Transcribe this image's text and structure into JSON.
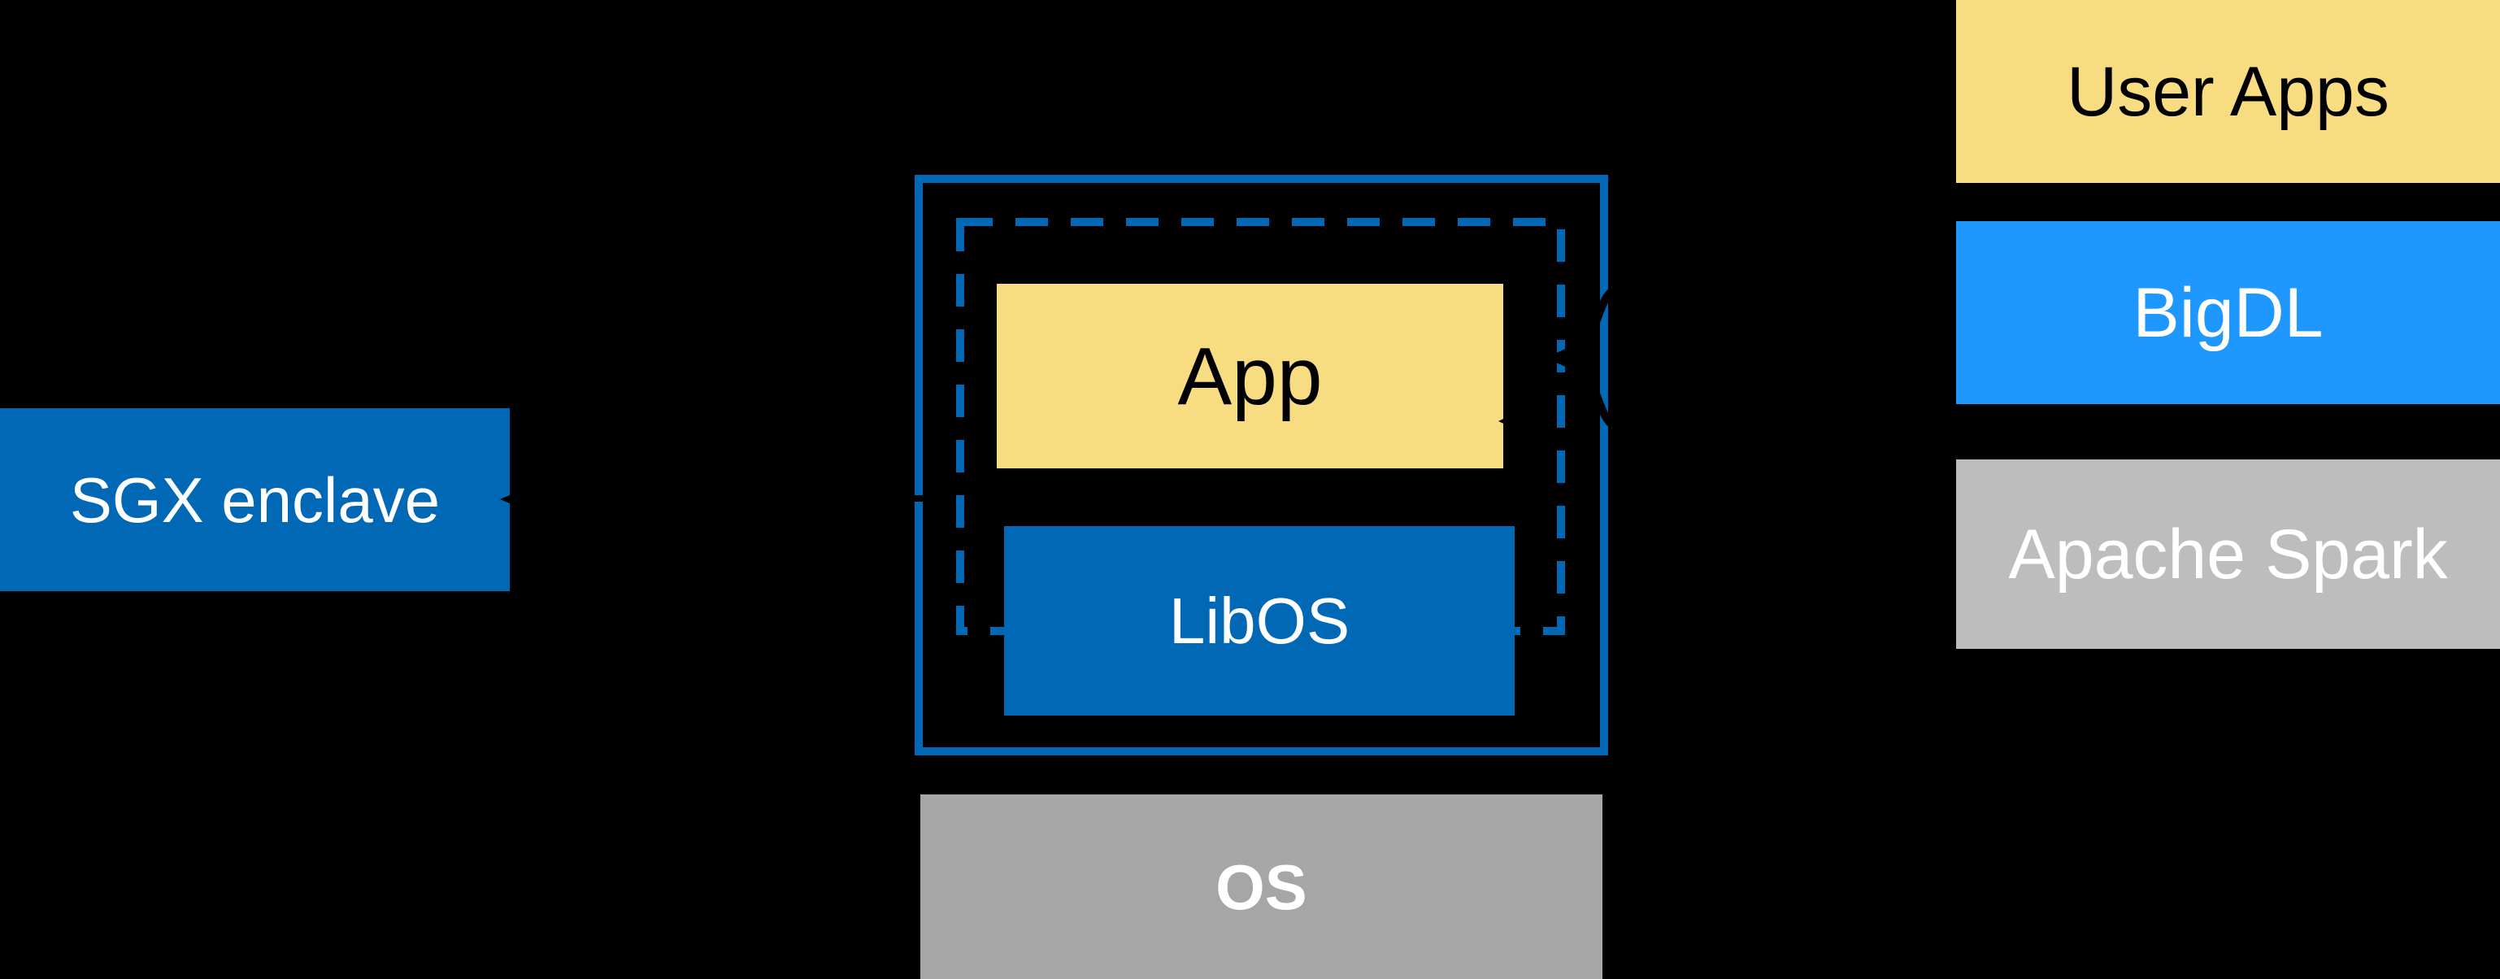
{
  "colors": {
    "background": "#000000",
    "intel_blue": "#0068b5",
    "bigdl_blue": "#1e97ff",
    "app_yellow": "#f8dc82",
    "spark_gray": "#bdbdbd",
    "os_gray": "#a6a6a6",
    "ink_black": "#000000",
    "text_white": "#ffffff",
    "text_black": "#000000"
  },
  "left": {
    "sgx_enclave_label": "SGX enclave"
  },
  "enclave": {
    "app_label": "App",
    "libos_label": "LibOS"
  },
  "os": {
    "label": "OS"
  },
  "stack": {
    "items": [
      {
        "label": "User Apps"
      },
      {
        "label": "BigDL"
      },
      {
        "label": "Apache Spark"
      }
    ]
  }
}
